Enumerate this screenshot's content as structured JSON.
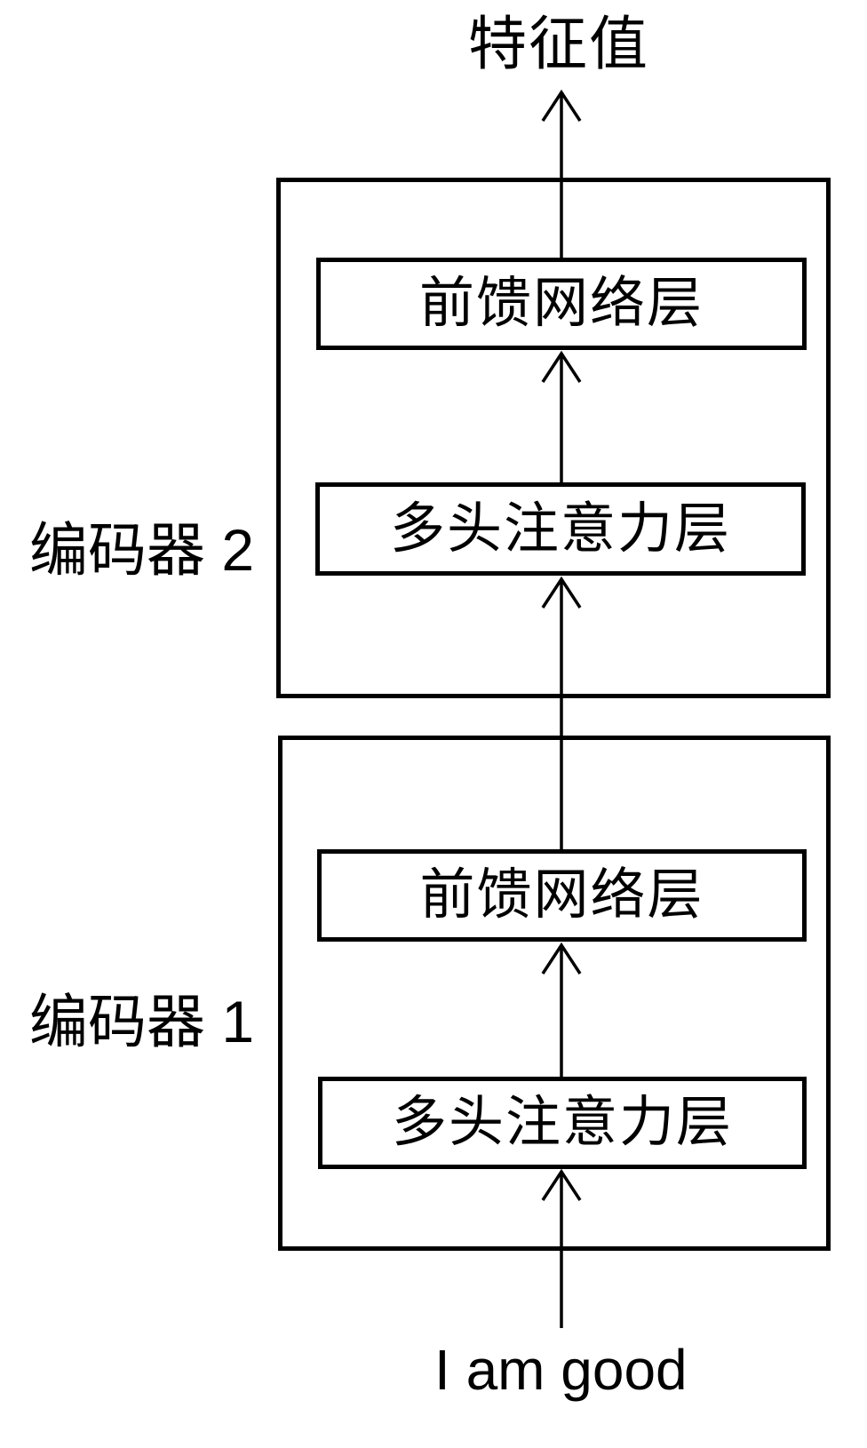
{
  "diagram": {
    "type": "transformer-encoder-stack-flow",
    "output_label": "特征值",
    "input_label": "I am good",
    "encoders": [
      {
        "label": "编码器 2",
        "feed_forward_label": "前馈网络层",
        "attention_label": "多头注意力层"
      },
      {
        "label": "编码器 1",
        "feed_forward_label": "前馈网络层",
        "attention_label": "多头注意力层"
      }
    ],
    "colors": {
      "line": "#000000",
      "background": "#ffffff",
      "text": "#000000"
    }
  }
}
